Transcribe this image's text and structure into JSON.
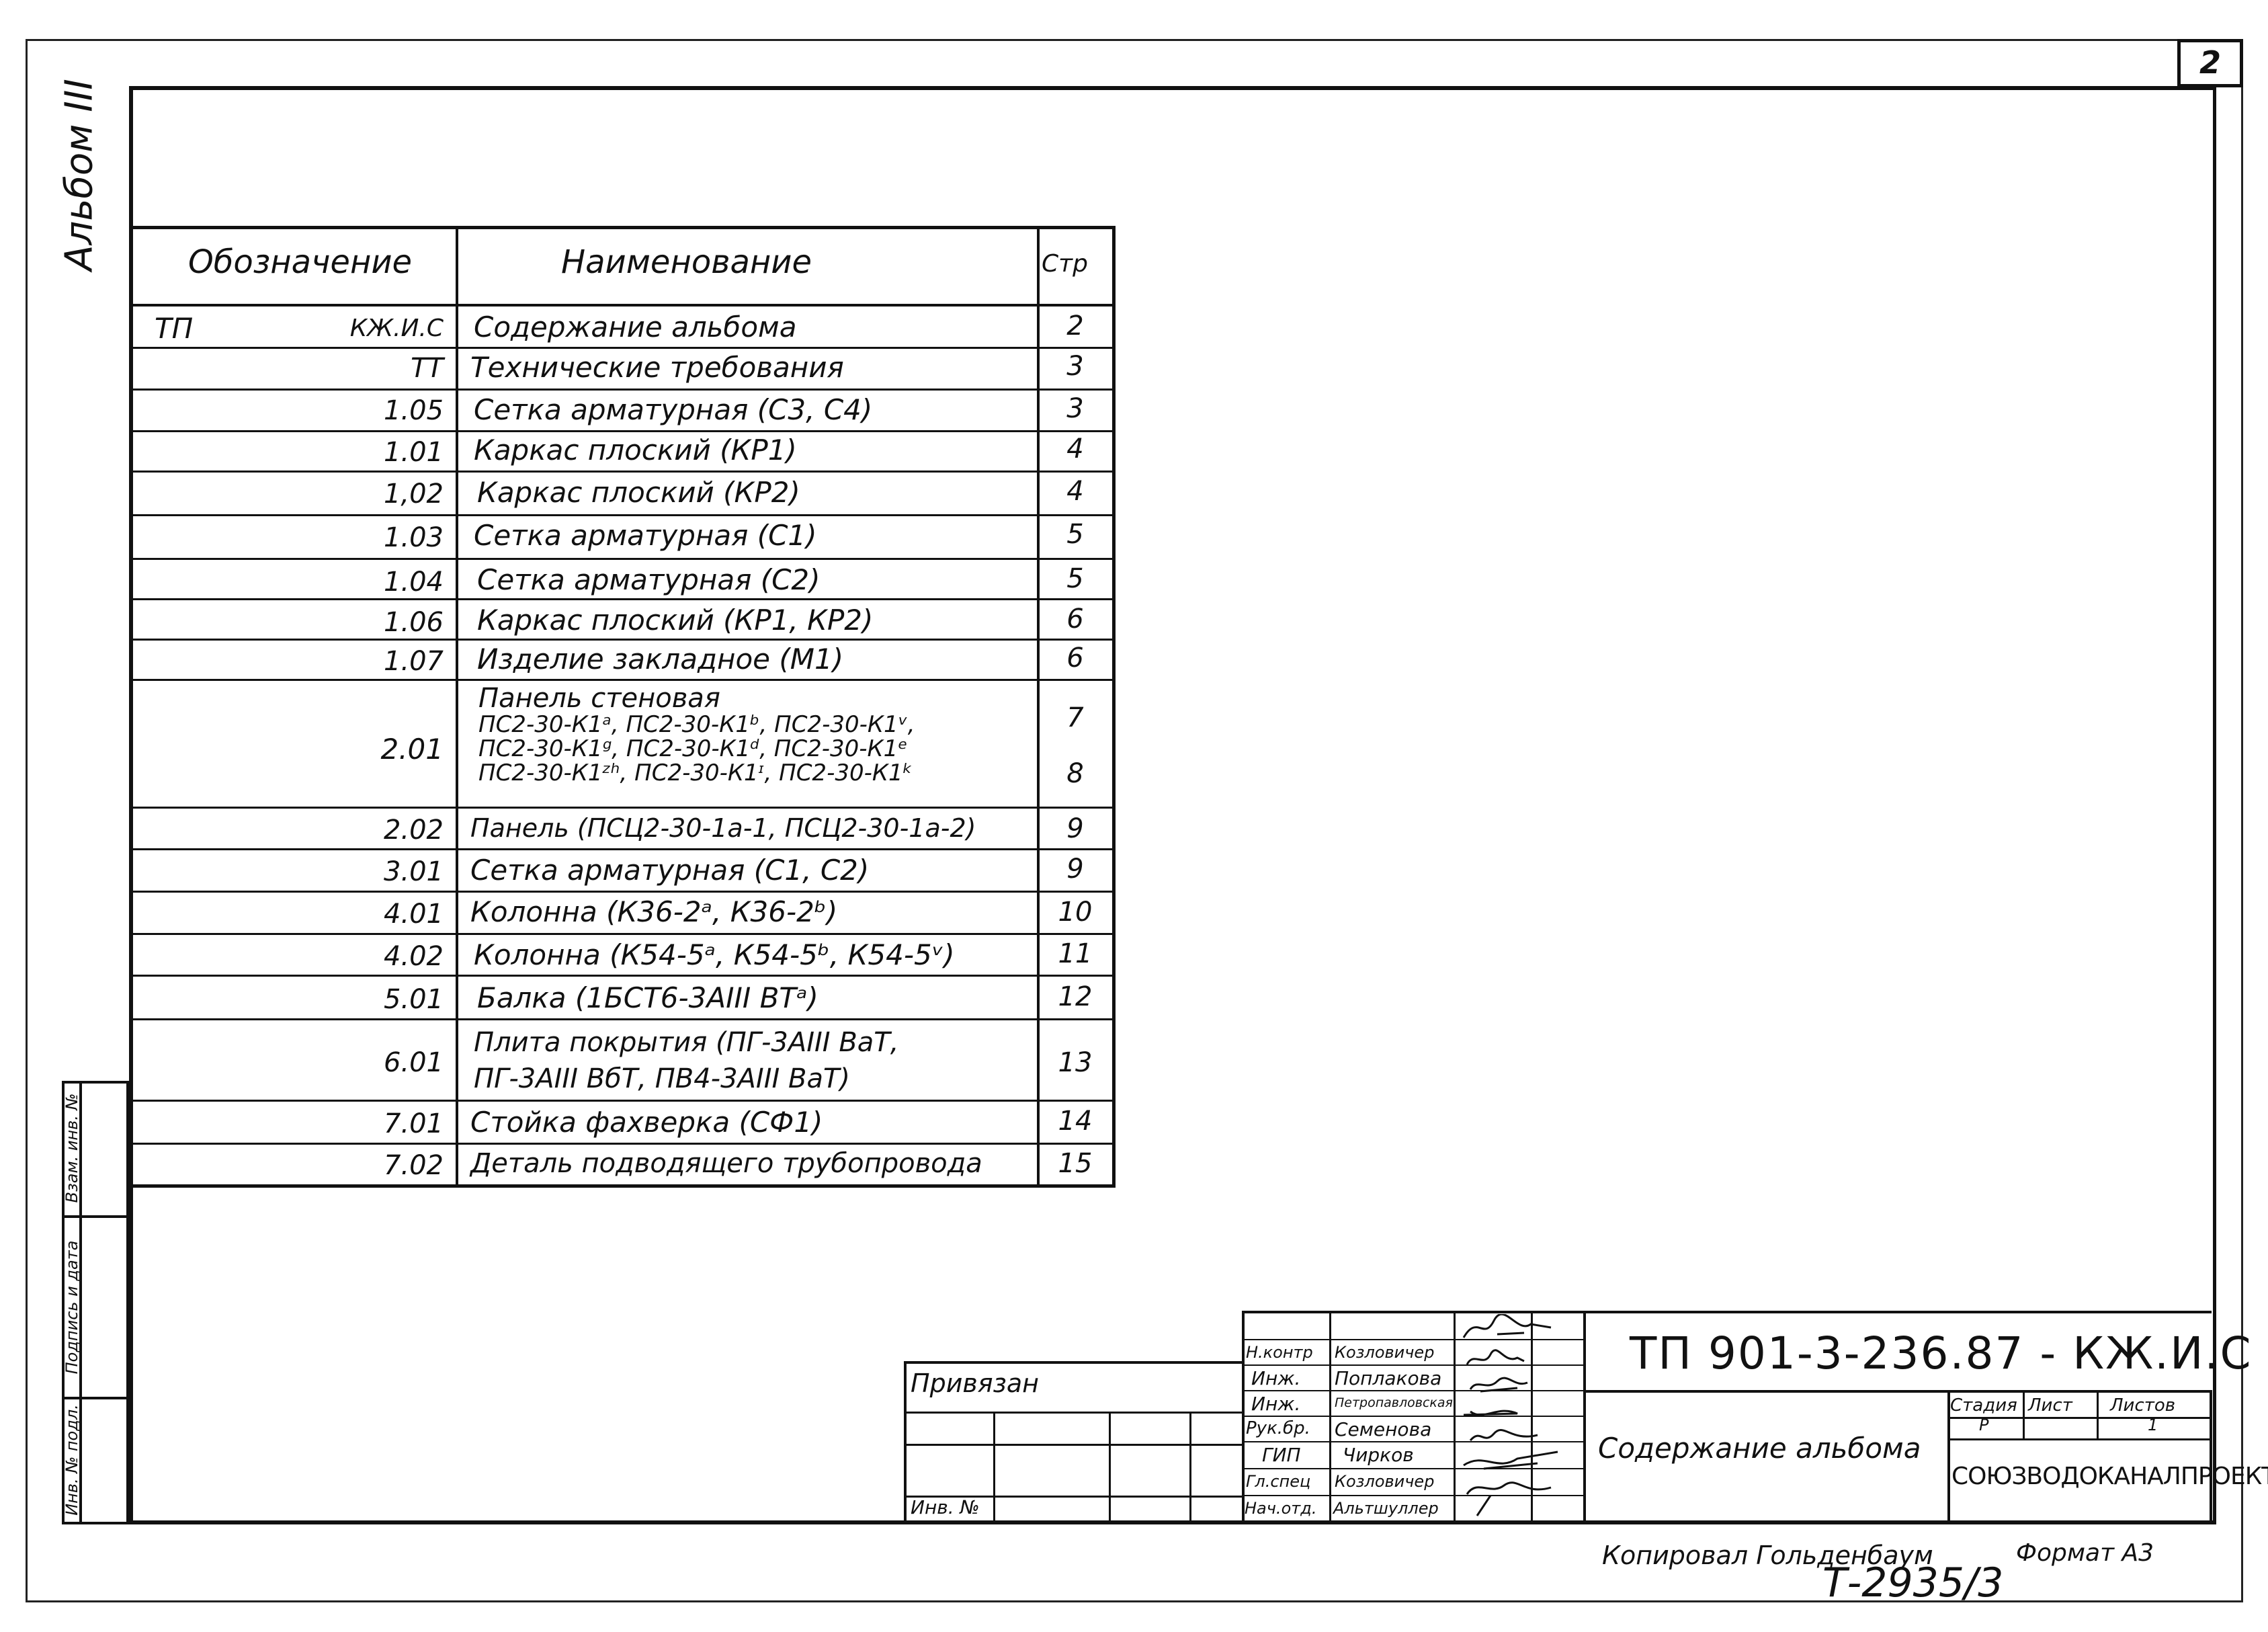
{
  "sheet_number": "2",
  "album_label": "Альбом III",
  "side_labels": {
    "inv_podl": "Инв. № подл.",
    "podpis_data": "Подпись и дата",
    "vzam_inv": "Взам. инв. №"
  },
  "table": {
    "headers": {
      "code": "Обозначение",
      "name": "Наименование",
      "page": "Стр"
    },
    "rows": [
      {
        "prefix": "ТП",
        "code": "КЖ.И.С",
        "name": "Содержание альбома",
        "page": "2"
      },
      {
        "code": "ТТ",
        "name": "Технические требования",
        "page": "3"
      },
      {
        "code": "1.05",
        "name": "Сетка арматурная (С3, С4)",
        "page": "3"
      },
      {
        "code": "1.01",
        "name": "Каркас плоский (КР1)",
        "page": "4"
      },
      {
        "code": "1,02",
        "name": "Каркас плоский (КР2)",
        "page": "4"
      },
      {
        "code": "1.03",
        "name": "Сетка арматурная (С1)",
        "page": "5"
      },
      {
        "code": "1.04",
        "name": "Сетка арматурная (С2)",
        "page": "5"
      },
      {
        "code": "1.06",
        "name": "Каркас плоский (КР1, КР2)",
        "page": "6"
      },
      {
        "code": "1.07",
        "name": "Изделие закладное (М1)",
        "page": "6"
      },
      {
        "code": "2.01",
        "name_lines": [
          "Панель стеновая",
          "ПС2-30-К1ᵃ, ПС2-30-К1ᵇ, ПС2-30-К1ᵛ,",
          "ПС2-30-К1ᵍ, ПС2-30-К1ᵈ, ПС2-30-К1ᵉ",
          "ПС2-30-К1ᶻʰ, ПС2-30-К1ᶦ, ПС2-30-К1ᵏ"
        ],
        "page": "7",
        "page2": "8"
      },
      {
        "code": "2.02",
        "name": "Панель (ПСЦ2-30-1а-1, ПСЦ2-30-1а-2)",
        "page": "9"
      },
      {
        "code": "3.01",
        "name": "Сетка арматурная (С1, С2)",
        "page": "9"
      },
      {
        "code": "4.01",
        "name": "Колонна (К36-2ᵃ, К36-2ᵇ)",
        "page": "10"
      },
      {
        "code": "4.02",
        "name": "Колонна (К54-5ᵃ, К54-5ᵇ, К54-5ᵛ)",
        "page": "11"
      },
      {
        "code": "5.01",
        "name": "Балка (1БСТ6-3АIII ВТᵃ)",
        "page": "12"
      },
      {
        "code": "6.01",
        "name_lines": [
          "Плита покрытия (ПГ-3АIII ВаТ,",
          "ПГ-3АIII ВбТ, ПВ4-3АIII ВаТ)"
        ],
        "page": "13"
      },
      {
        "code": "7.01",
        "name": "Стойка фахверка (СФ1)",
        "page": "14"
      },
      {
        "code": "7.02",
        "name": "Деталь подводящего трубопровода",
        "page": "15"
      }
    ]
  },
  "title_block": {
    "privyazan": "Привязан",
    "inv_no": "Инв. №",
    "roles": [
      {
        "role": "Н.контр",
        "name": "Козловичер"
      },
      {
        "role": "Инж.",
        "name": "Поплакова"
      },
      {
        "role": "Инж.",
        "name": "Петропавловская"
      },
      {
        "role": "Рук.бр.",
        "name": "Семенова"
      },
      {
        "role": "ГИП",
        "name": "Чирков"
      },
      {
        "role": "Гл.спец",
        "name": "Козловичер"
      },
      {
        "role": "Нач.отд.",
        "name": "Альтшуллер"
      }
    ],
    "doc_code": "ТП 901-3-236.87 - КЖ.И.С",
    "title": "Содержание альбома",
    "stage_label": "Стадия",
    "sheet_label": "Лист",
    "sheets_label": "Листов",
    "stage": "Р",
    "sheets": "1",
    "org": "СОЮЗВОДОКАНАЛПРОЕКТ"
  },
  "footer": {
    "copied": "Копировал Гольденбаум",
    "format": "Формат А3",
    "archive": "Т-2935/3"
  }
}
